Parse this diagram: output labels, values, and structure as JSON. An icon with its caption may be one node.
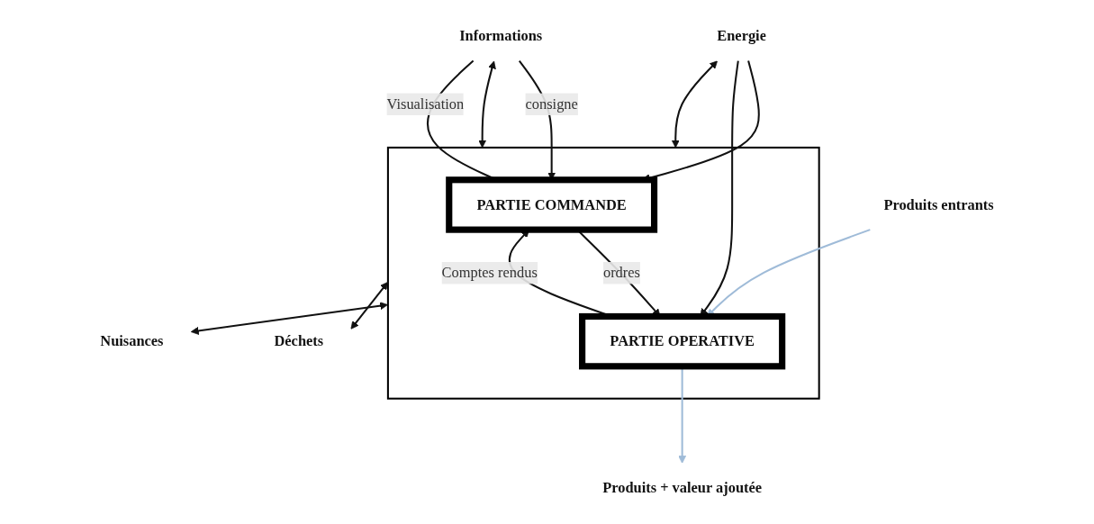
{
  "diagram": {
    "nodes": [
      {
        "text": [
          "Informations"
        ]
      },
      {
        "text": [
          "Energie"
        ]
      },
      {
        "text": [],
        "shape": "box"
      },
      {
        "text": [
          "PARTIE COMMANDE"
        ],
        "in": 2
      },
      {
        "text": [
          "PARTIE OPERATIVE"
        ],
        "in": 2
      },
      {
        "text": [
          "Produits entrants"
        ]
      },
      {
        "text": [
          "Produits + valeur ajoutée"
        ]
      },
      {
        "text": [
          "Déchets"
        ]
      },
      {
        "text": [
          "Nuisances"
        ]
      }
    ],
    "edges": [
      {
        "from": 0,
        "to": 2,
        "arrow": "both"
      },
      {
        "from": 1,
        "to": 2,
        "arrow": "both"
      },
      {
        "from": 2,
        "to": 7,
        "arrow": "both"
      },
      {
        "from": 2,
        "to": 8,
        "arrow": "both"
      },
      {
        "from": 0,
        "to": 3,
        "label": "consigne",
        "arrow": "to"
      },
      {
        "from": 3,
        "to": 0,
        "label": "Visualisation",
        "arrow": "none"
      },
      {
        "from": 1,
        "to": 3,
        "arrow": "to"
      },
      {
        "from": 1,
        "to": 4,
        "arrow": "to"
      },
      {
        "from": 3,
        "to": 4,
        "label": "ordres",
        "arrow": "to"
      },
      {
        "from": 4,
        "to": 3,
        "label": "Comptes rendus",
        "arrow": "to"
      },
      {
        "from": 5,
        "to": 4,
        "arrow": "to",
        "color": "#9fbbd8"
      },
      {
        "from": 4,
        "to": 6,
        "arrow": "to",
        "color": "#9fbbd8"
      }
    ]
  }
}
